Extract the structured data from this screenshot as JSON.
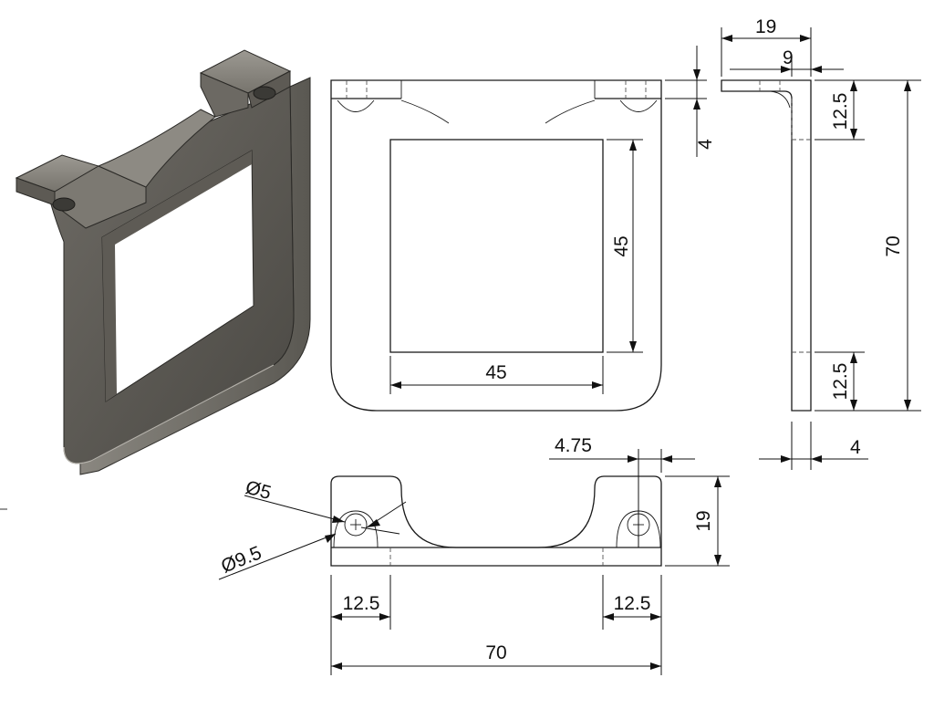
{
  "dimensions": {
    "side_total_width": "19",
    "side_thickness_top": "9",
    "side_top_segment": "12.5",
    "side_height": "70",
    "side_bottom_segment": "12.5",
    "side_wall": "4",
    "front_flange": "4",
    "window_height": "45",
    "window_width": "45",
    "hole_offset": "4.75",
    "hole_diameter": "Ø5",
    "counterbore_diameter": "Ø9.5",
    "top_depth": "19",
    "top_left_hole": "12.5",
    "top_right_hole": "12.5",
    "top_total_width": "70"
  }
}
